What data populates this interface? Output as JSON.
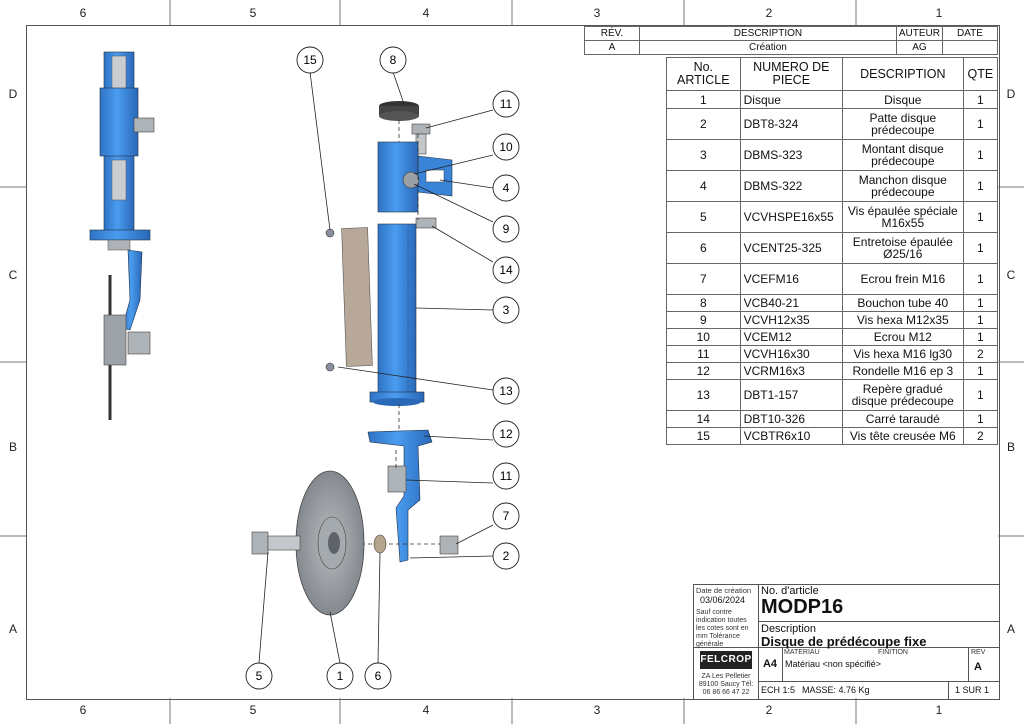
{
  "zones": {
    "cols": [
      "6",
      "5",
      "4",
      "3",
      "2",
      "1"
    ],
    "rows": [
      "D",
      "C",
      "B",
      "A"
    ]
  },
  "revision": {
    "headers": [
      "RÉV.",
      "DESCRIPTION",
      "AUTEUR",
      "DATE"
    ],
    "row": [
      "A",
      "Création",
      "AG",
      ""
    ]
  },
  "bom": {
    "headers": [
      "No. ARTICLE",
      "NUMERO DE PIECE",
      "DESCRIPTION",
      "QTE"
    ],
    "rows": [
      {
        "no": "1",
        "part": "Disque",
        "desc": "Disque",
        "qty": "1"
      },
      {
        "no": "2",
        "part": "DBT8-324",
        "desc": "Patte disque prédecoupe",
        "qty": "1"
      },
      {
        "no": "3",
        "part": "DBMS-323",
        "desc": "Montant disque prédecoupe",
        "qty": "1"
      },
      {
        "no": "4",
        "part": "DBMS-322",
        "desc": "Manchon disque prédecoupe",
        "qty": "1"
      },
      {
        "no": "5",
        "part": "VCVHSPE16x55",
        "desc": "Vis épaulée spéciale M16x55",
        "qty": "1"
      },
      {
        "no": "6",
        "part": "VCENT25-325",
        "desc": "Entretoise épaulée Ø25/16",
        "qty": "1"
      },
      {
        "no": "7",
        "part": "VCEFM16",
        "desc": "Ecrou frein M16",
        "qty": "1"
      },
      {
        "no": "8",
        "part": "VCB40-21",
        "desc": "Bouchon tube 40",
        "qty": "1"
      },
      {
        "no": "9",
        "part": "VCVH12x35",
        "desc": "Vis hexa M12x35",
        "qty": "1"
      },
      {
        "no": "10",
        "part": "VCEM12",
        "desc": "Ecrou M12",
        "qty": "1"
      },
      {
        "no": "11",
        "part": "VCVH16x30",
        "desc": "Vis hexa M16 lg30",
        "qty": "2"
      },
      {
        "no": "12",
        "part": "VCRM16x3",
        "desc": "Rondelle M16 ep 3",
        "qty": "1"
      },
      {
        "no": "13",
        "part": "DBT1-157",
        "desc": "Repère gradué disque prédecoupe",
        "qty": "1"
      },
      {
        "no": "14",
        "part": "DBT10-326",
        "desc": "Carré taraudé",
        "qty": "1"
      },
      {
        "no": "15",
        "part": "VCBTR6x10",
        "desc": "Vis tête creusée M6",
        "qty": "2"
      }
    ]
  },
  "titleblock": {
    "date_label": "Date de création",
    "date": "03/06/2024",
    "tolerance": "Sauf contre indication toutes les cotes sont en mm Tolérance générale",
    "article_label": "No. d'article",
    "article": "MODP16",
    "description_label": "Description",
    "description": "Disque de prédécoupe fixe",
    "logo": "FELCROP",
    "address": "ZA Les Pelletier 89100 Saucy Tél: 06 86 66 47 22",
    "format": "A4",
    "material_label": "MATERIAU",
    "material": "Matériau <non spécifié>",
    "finish_label": "FINITION",
    "rev_label": "REV",
    "rev": "A",
    "scale": "ECH 1:5",
    "mass": "MASSE: 4.76 Kg",
    "sheet": "1 SUR 1"
  },
  "balloons": [
    "15",
    "8",
    "11",
    "10",
    "4",
    "9",
    "14",
    "3",
    "13",
    "12",
    "11",
    "7",
    "2",
    "5",
    "1",
    "6"
  ],
  "colors": {
    "part_blue": "#3f8fe0",
    "steel": "#9aa0a6",
    "disc": "#8a8f95"
  }
}
